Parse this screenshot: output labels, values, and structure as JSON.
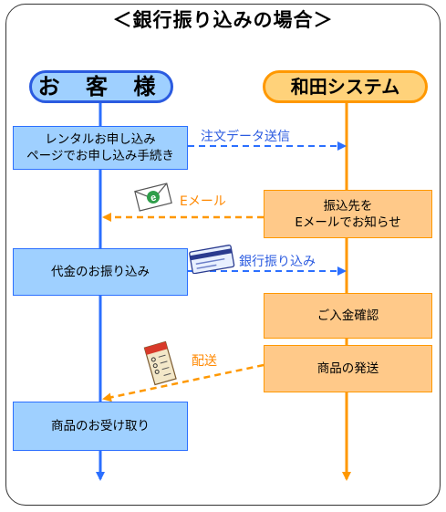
{
  "title": "＜銀行振り込みの場合＞",
  "actors": {
    "customer": "お 客 様",
    "system": "和田システム"
  },
  "steps": {
    "rental_page": [
      "レンタルお申し込み",
      "ページでお申し込み手続き"
    ],
    "notify_account": [
      "振込先を",
      "Eメールでお知らせ"
    ],
    "payment_transfer": "代金のお振り込み",
    "payment_confirm": "ご入金確認",
    "ship_goods": "商品の発送",
    "receive_goods": "商品のお受け取り"
  },
  "messages": {
    "order_data": "注文データ送信",
    "email": "Eメール",
    "bank_transfer": "銀行振り込み",
    "delivery": "配送"
  },
  "colors": {
    "customer_fill": "#9fd0ff",
    "customer_line": "#2b6fff",
    "system_fill": "#ffc989",
    "system_line": "#ff9800"
  },
  "icons": [
    "envelope-icon",
    "bank-card-icon",
    "delivery-slip-icon"
  ]
}
